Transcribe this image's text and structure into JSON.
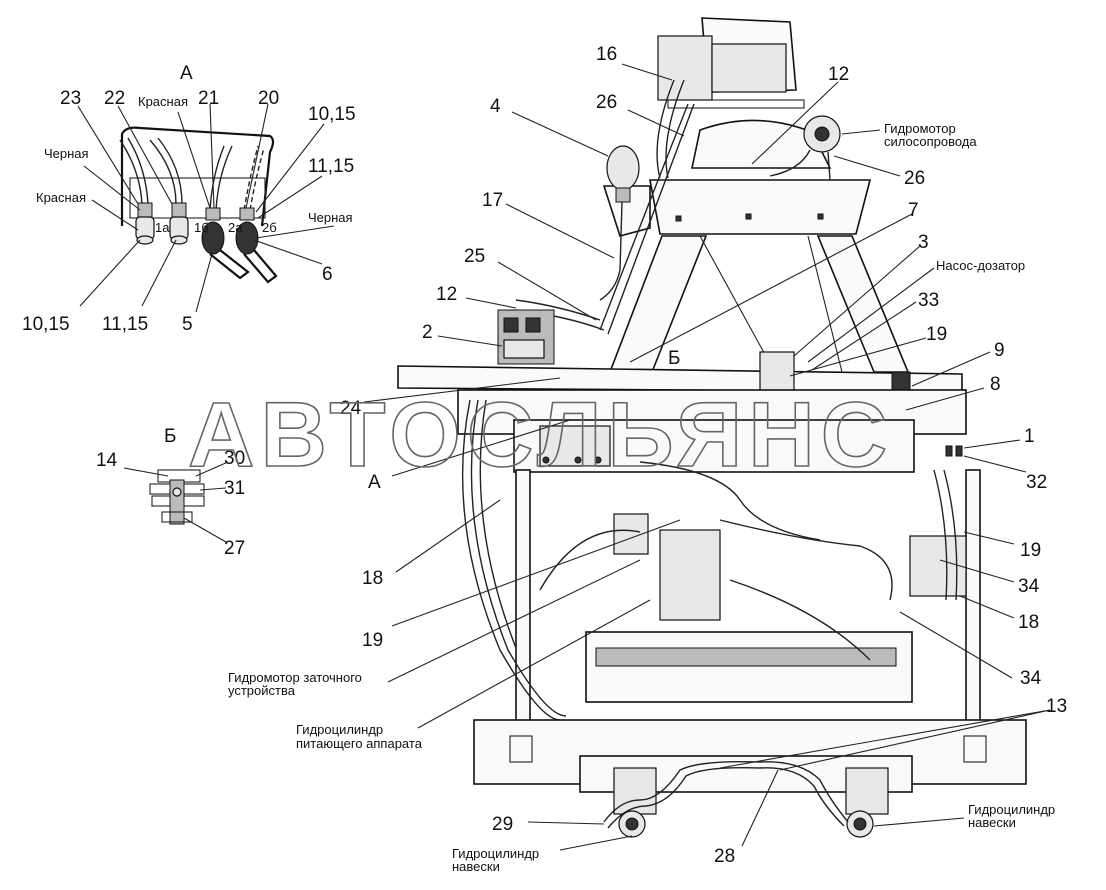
{
  "watermark": "АВТОСЛЬЯНС",
  "view_letters": {
    "a_title": "А",
    "b_title": "Б",
    "a_main": "А",
    "b_main": "Б"
  },
  "detail_a": {
    "numbers": {
      "n23": "23",
      "n22": "22",
      "n21": "21",
      "n20": "20",
      "n10_15_top": "10,15",
      "n11_15_top": "11,15",
      "n6": "6",
      "n10_15_bottom": "10,15",
      "n11_15_bottom": "11,15",
      "n5": "5"
    },
    "labels": {
      "krasnaya_top": "Красная",
      "chernaya_left": "Черная",
      "krasnaya_left": "Красная",
      "chernaya_right": "Черная"
    },
    "port_marks": [
      "1а",
      "1б",
      "2а",
      "2б"
    ]
  },
  "detail_b": {
    "numbers": {
      "n14": "14",
      "n30": "30",
      "n31": "31",
      "n27": "27"
    }
  },
  "main": {
    "numbers": {
      "n16": "16",
      "n12_top": "12",
      "n26_top": "26",
      "n4": "4",
      "n26_right": "26",
      "n17": "17",
      "n7": "7",
      "n3": "3",
      "n25": "25",
      "n12_mid": "12",
      "n33": "33",
      "n2": "2",
      "n19_top": "19",
      "n9": "9",
      "n8": "8",
      "n24": "24",
      "n1": "1",
      "n32": "32",
      "n19_right": "19",
      "n18_left": "18",
      "n34_upper": "34",
      "n19_left": "19",
      "n18_right": "18",
      "n34_lower": "34",
      "n13": "13",
      "n29": "29",
      "n28": "28"
    },
    "labels": {
      "gidromotor_silo_1": "Гидромотор",
      "gidromotor_silo_2": "силосопровода",
      "nasos_dozator": "Насос-дозатор",
      "zatochnoe_1": "Гидромотор заточного",
      "zatochnoe_2": "устройства",
      "pitayushchii_1": "Гидроцилиндр",
      "pitayushchii_2": "питающего аппарата",
      "naveska_left_1": "Гидроцилиндр",
      "naveska_left_2": "навески",
      "naveska_right_1": "Гидроцилиндр",
      "naveska_right_2": "навески"
    }
  }
}
